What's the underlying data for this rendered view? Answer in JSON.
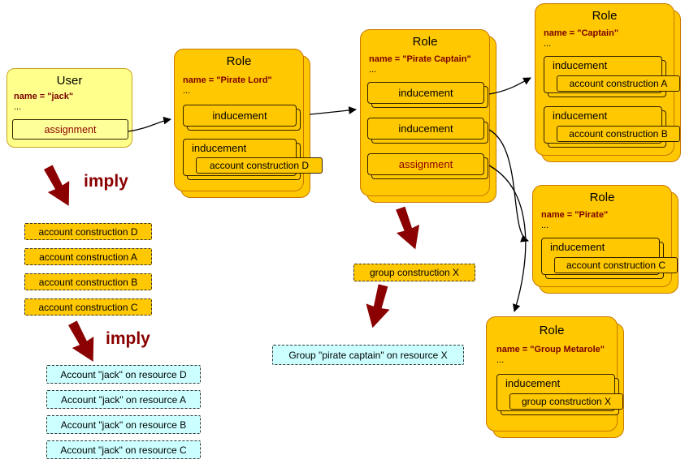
{
  "ellipsis": "...",
  "user": {
    "title": "User",
    "name": "name = \"jack\"",
    "assignment": "assignment"
  },
  "roles": {
    "pirate_lord": {
      "title": "Role",
      "name": "name = \"Pirate Lord\"",
      "inducement1": "inducement",
      "inducement2": "inducement",
      "construction": "account construction D"
    },
    "pirate_captain": {
      "title": "Role",
      "name": "name = \"Pirate Captain\"",
      "inducement1": "inducement",
      "inducement2": "inducement",
      "assignment": "assignment"
    },
    "captain": {
      "title": "Role",
      "name": "name = \"Captain\"",
      "inducement1": "inducement",
      "construction_a": "account construction A",
      "inducement2": "inducement",
      "construction_b": "account construction B"
    },
    "pirate": {
      "title": "Role",
      "name": "name = \"Pirate\"",
      "inducement": "inducement",
      "construction": "account construction C"
    },
    "group_metarole": {
      "title": "Role",
      "name": "name = \"Group Metarole\"",
      "inducement": "inducement",
      "construction": "group construction X"
    }
  },
  "imply_label": "imply",
  "account_constructions": [
    "account construction D",
    "account construction A",
    "account construction B",
    "account construction C"
  ],
  "account_results": [
    "Account \"jack\" on resource D",
    "Account \"jack\" on resource A",
    "Account \"jack\" on resource B",
    "Account \"jack\" on resource C"
  ],
  "group_construction": "group construction X",
  "group_result": "Group \"pirate captain\" on resource X",
  "colors": {
    "role_gold": "#FFC800",
    "role_border": "#C87800",
    "user_yellow": "#FFFF8C",
    "dark_red": "#8B0000",
    "result_cyan": "#CCFFFF"
  }
}
